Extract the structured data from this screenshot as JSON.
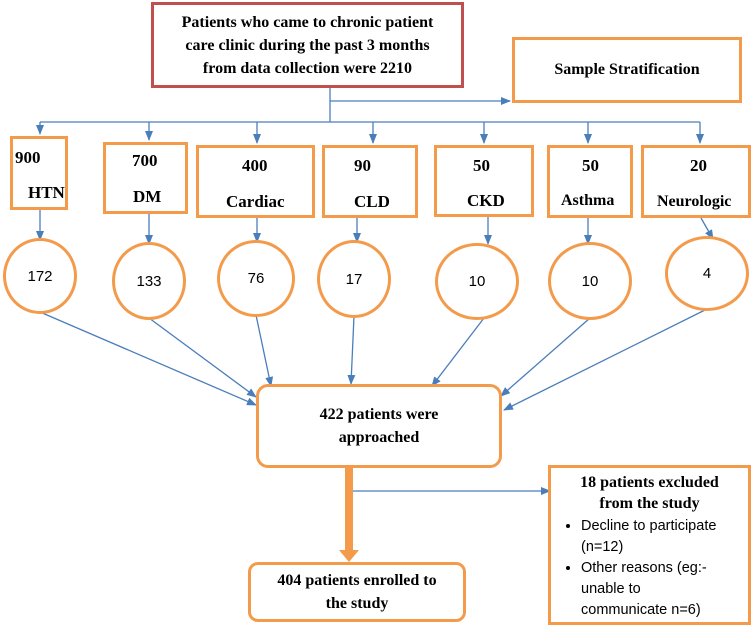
{
  "top_box": {
    "line1": "Patients who came to chronic patient",
    "line2": "care clinic during the past 3 months",
    "line3": "from data collection were 2210"
  },
  "stratification": {
    "label": "Sample Stratification"
  },
  "categories": [
    {
      "count": "900",
      "name": "HTN",
      "sample": "172"
    },
    {
      "count": "700",
      "name": "DM",
      "sample": "133"
    },
    {
      "count": "400",
      "name": "Cardiac",
      "sample": "76"
    },
    {
      "count": "90",
      "name": "CLD",
      "sample": "17"
    },
    {
      "count": "50",
      "name": "CKD",
      "sample": "10"
    },
    {
      "count": "50",
      "name": "Asthma",
      "sample": "10"
    },
    {
      "count": "20",
      "name": "Neurologic",
      "sample": "4"
    }
  ],
  "approached": {
    "line1": "422 patients were",
    "line2": "approached"
  },
  "enrolled": {
    "line1": "404 patients enrolled to",
    "line2": "the study"
  },
  "excluded": {
    "title1": "18 patients excluded",
    "title2": "from the study",
    "items": [
      {
        "l1": "Decline to participate",
        "l2": "(n=12)"
      },
      {
        "l1": "Other reasons (eg:-",
        "l2": "unable to",
        "l3": "communicate n=6)"
      }
    ]
  },
  "colors": {
    "box_border": "#f39b4b",
    "top_border": "#c0504d",
    "arrow": "#4a7ebb"
  }
}
